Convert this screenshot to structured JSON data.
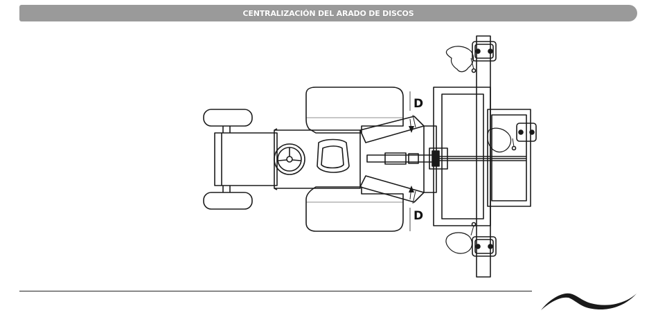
{
  "header": {
    "title": "CENTRALIZACIÓN DEL ARADO DE DISCOS"
  },
  "diagram": {
    "dimension_label_top": "D",
    "dimension_label_bottom": "D"
  },
  "colors": {
    "header_bg": "#9a9a9a",
    "header_text": "#ffffff",
    "line": "#1a1a1a"
  }
}
